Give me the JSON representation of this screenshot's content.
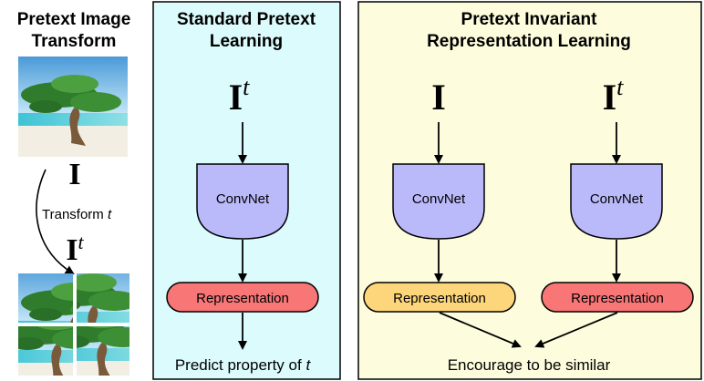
{
  "left_panel": {
    "title_line1": "Pretext Image",
    "title_line2": "Transform",
    "symbol_I": "I",
    "transform_label_prefix": "Transform ",
    "transform_label_var": "t",
    "symbol_It_base": "I",
    "symbol_It_sup": "t"
  },
  "middle_panel": {
    "title_line1": "Standard Pretext",
    "title_line2": "Learning",
    "input_base": "I",
    "input_sup": "t",
    "convnet_label": "ConvNet",
    "representation_label": "Representation",
    "output_prefix": "Predict property of ",
    "output_var": "t",
    "background_color": "#dcfbfd"
  },
  "right_panel": {
    "title_line1": "Pretext Invariant",
    "title_line2": "Representation Learning",
    "left_branch": {
      "input": "I",
      "convnet_label": "ConvNet",
      "representation_label": "Representation"
    },
    "right_branch": {
      "input_base": "I",
      "input_sup": "t",
      "convnet_label": "ConvNet",
      "representation_label": "Representation"
    },
    "output_label": "Encourage to be similar",
    "background_color": "#fdfddd"
  },
  "colors": {
    "convnet_fill": "#babafa",
    "representation_red": "#f87676",
    "representation_orange": "#fdd57a"
  }
}
